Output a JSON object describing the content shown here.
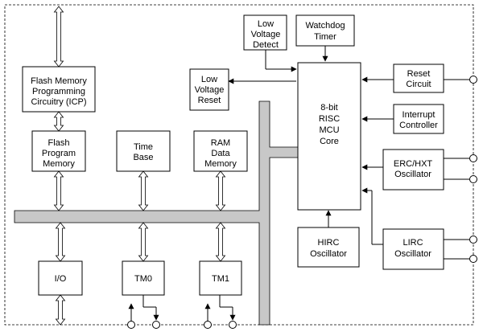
{
  "blocks": {
    "flash_icp": [
      "Flash Memory",
      "Programming",
      "Circuitry (ICP)"
    ],
    "flash_program_memory": [
      "Flash",
      "Program",
      "Memory"
    ],
    "time_base": [
      "Time",
      "Base"
    ],
    "ram_data_memory": [
      "RAM",
      "Data",
      "Memory"
    ],
    "low_voltage_detect": [
      "Low",
      "Voltage",
      "Detect"
    ],
    "watchdog_timer": [
      "Watchdog",
      "Timer"
    ],
    "low_voltage_reset": [
      "Low",
      "Voltage",
      "Reset"
    ],
    "mcu_core": [
      "8-bit",
      "RISC",
      "MCU",
      "Core"
    ],
    "reset_circuit": [
      "Reset",
      "Circuit"
    ],
    "interrupt_controller": [
      "Interrupt",
      "Controller"
    ],
    "erc_hxt_oscillator": [
      "ERC/HXT",
      "Oscillator"
    ],
    "hirc_oscillator": [
      "HIRC",
      "Oscillator"
    ],
    "lirc_oscillator": [
      "LIRC",
      "Oscillator"
    ],
    "io": [
      "I/O"
    ],
    "tm0": [
      "TM0"
    ],
    "tm1": [
      "TM1"
    ]
  },
  "colors": {
    "bus_fill": "#c8c8c8",
    "line": "#000000",
    "background": "#ffffff"
  }
}
